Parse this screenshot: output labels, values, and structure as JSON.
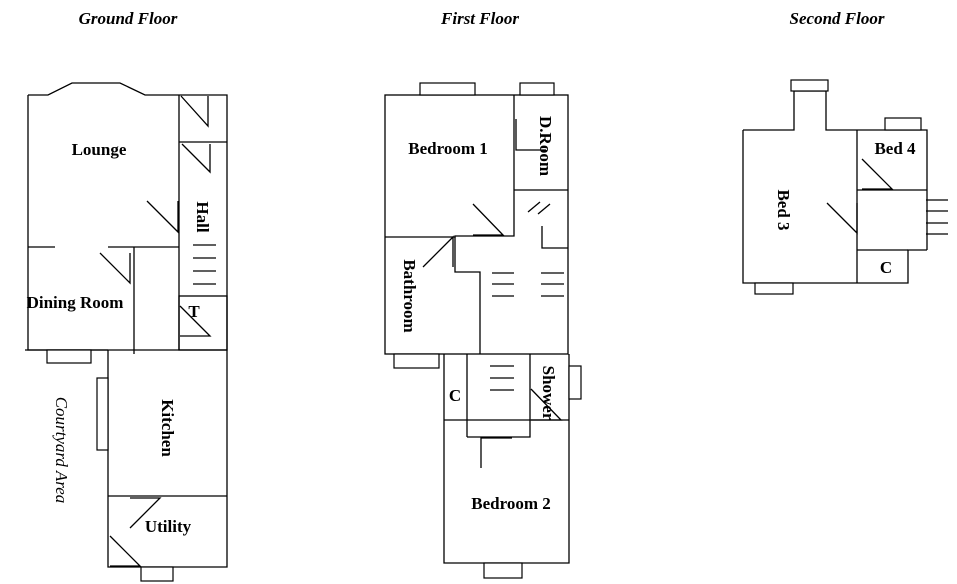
{
  "titles": {
    "ground": "Ground Floor",
    "first": "First Floor",
    "second": "Second Floor"
  },
  "rooms": {
    "lounge": "Lounge",
    "dining": "Dining Room",
    "hall": "Hall",
    "toilet": "T",
    "kitchen": "Kitchen",
    "utility": "Utility",
    "courtyard": "Courtyard Area",
    "bedroom1": "Bedroom 1",
    "droom": "D.Room",
    "bathroom": "Bathroom",
    "cupboard1": "C",
    "shower": "Shower",
    "bedroom2": "Bedroom 2",
    "bed4": "Bed 4",
    "bed3": "Bed 3",
    "cupboard2": "C"
  }
}
